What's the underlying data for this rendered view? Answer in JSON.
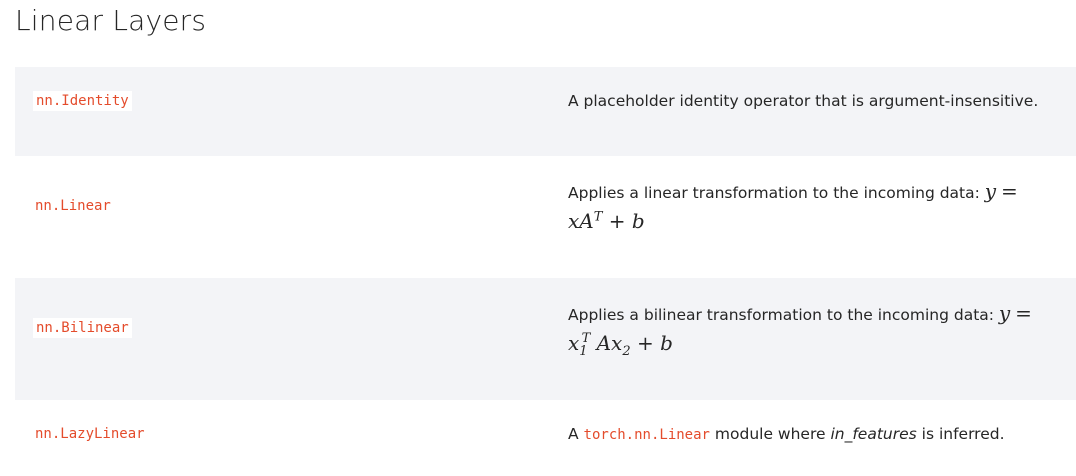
{
  "section": {
    "title": "Linear Layers"
  },
  "rows": [
    {
      "name": "nn.Identity",
      "description": "A placeholder identity operator that is argument-insensitive."
    },
    {
      "name": "nn.Linear",
      "description_prefix": "Applies a linear transformation to the incoming data: ",
      "formula": {
        "lhs": "y",
        "eq": "=",
        "x": "x",
        "A": "A",
        "T": "T",
        "plus": "+",
        "b": "b"
      }
    },
    {
      "name": "nn.Bilinear",
      "description_prefix": "Applies a bilinear transformation to the incoming data: ",
      "formula": {
        "lhs": "y",
        "eq": "=",
        "x1": "x",
        "sub1": "1",
        "T": "T",
        "A": "A",
        "x2": "x",
        "sub2": "2",
        "plus": "+",
        "b": "b"
      }
    },
    {
      "name": "nn.LazyLinear",
      "desc_a": "A ",
      "desc_code": "torch.nn.Linear",
      "desc_b": " module where ",
      "desc_em": "in_features",
      "desc_c": " is inferred."
    }
  ]
}
